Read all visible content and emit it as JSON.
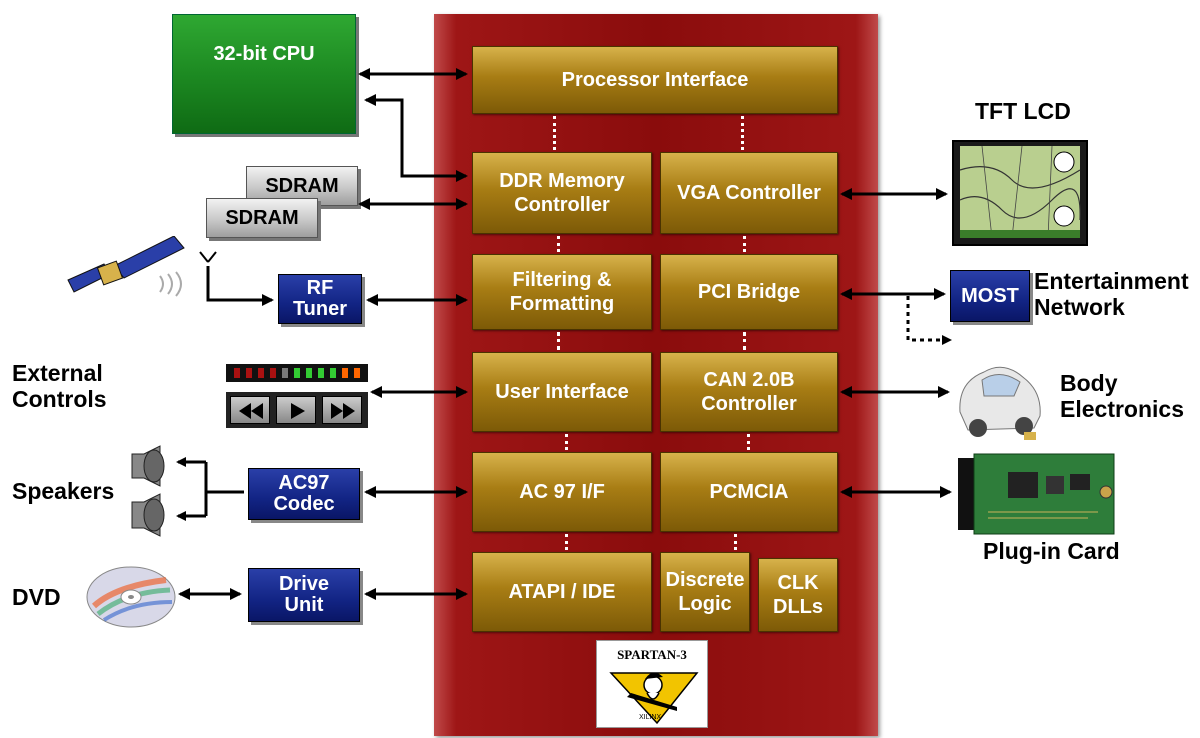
{
  "fpga": {
    "blocks": {
      "processor_interface": "Processor Interface",
      "ddr_memory_controller": [
        "DDR Memory",
        "Controller"
      ],
      "vga_controller": "VGA Controller",
      "filtering_formatting": [
        "Filtering &",
        "Formatting"
      ],
      "pci_bridge": "PCI Bridge",
      "user_interface": "User Interface",
      "can_controller": [
        "CAN 2.0B",
        "Controller"
      ],
      "ac97_if": "AC 97 I/F",
      "pcmcia": "PCMCIA",
      "atapi_ide": "ATAPI / IDE",
      "discrete_logic": [
        "Discrete",
        "Logic"
      ],
      "clk_dlls": [
        "CLK",
        "DLLs"
      ]
    },
    "logo_text": "SPARTAN-3"
  },
  "external": {
    "cpu": "32-bit CPU",
    "sdram_1": "SDRAM",
    "sdram_2": "SDRAM",
    "rf_tuner": [
      "RF",
      "Tuner"
    ],
    "ac97_codec": [
      "AC97",
      "Codec"
    ],
    "drive_unit": [
      "Drive",
      "Unit"
    ],
    "most": "MOST"
  },
  "labels": {
    "tft_lcd": "TFT LCD",
    "entertainment_network": [
      "Entertainment",
      "Network"
    ],
    "body_electronics": [
      "Body",
      "Electronics"
    ],
    "plug_in_card": "Plug-in Card",
    "external_controls": [
      "External",
      "Controls"
    ],
    "speakers": "Speakers",
    "dvd": "DVD"
  },
  "colors": {
    "fpga_body": "#8a0c0c",
    "block_gold": "#a87d14",
    "navy_box": "#122484",
    "cpu_green": "#1d8a22"
  }
}
